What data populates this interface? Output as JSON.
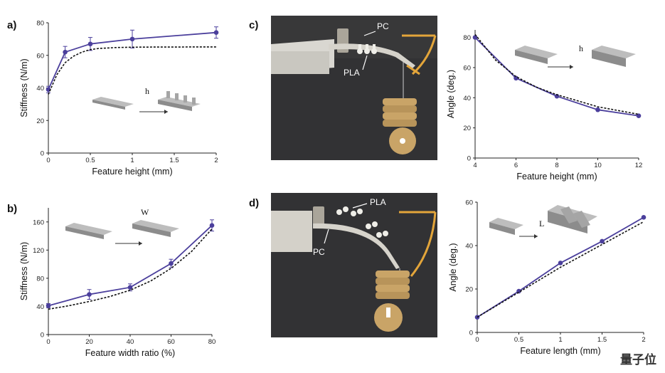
{
  "watermark": "量子位",
  "chart_data": [
    {
      "id": "a",
      "type": "line",
      "panel_label": "a)",
      "xlabel": "Feature height (mm)",
      "ylabel": "Stiffness (N/m)",
      "xlim": [
        0,
        2
      ],
      "ylim": [
        0,
        80
      ],
      "xticks": [
        0,
        0.5,
        1,
        1.5,
        2
      ],
      "xtick_labels": [
        "0",
        "0.5",
        "1",
        "1.5",
        "2"
      ],
      "yticks": [
        0,
        20,
        40,
        60,
        80
      ],
      "inset_label": "h",
      "series": [
        {
          "style": "solid",
          "color": "#4b3f9c",
          "x": [
            0,
            0.2,
            0.5,
            1,
            2
          ],
          "y": [
            39,
            62,
            67,
            70,
            74
          ],
          "err": [
            2,
            3.5,
            4,
            5.5,
            3.5
          ]
        },
        {
          "style": "dashed",
          "color": "#111111",
          "x": [
            0,
            0.1,
            0.2,
            0.3,
            0.4,
            0.5,
            0.6,
            0.8,
            1,
            1.25,
            1.5,
            1.75,
            2
          ],
          "y": [
            36,
            48,
            55.5,
            59.5,
            62,
            63.5,
            64.2,
            64.8,
            65,
            65.1,
            65.1,
            65.2,
            65.2
          ]
        }
      ]
    },
    {
      "id": "b",
      "type": "line",
      "panel_label": "b)",
      "xlabel": "Feature width ratio (%)",
      "ylabel": "Stiffness (N/m)",
      "xlim": [
        0,
        80
      ],
      "ylim": [
        0,
        180
      ],
      "xticks": [
        0,
        20,
        40,
        60,
        80
      ],
      "xtick_labels": [
        "0",
        "20",
        "40",
        "60",
        "80"
      ],
      "yticks": [
        0,
        40,
        80,
        120,
        160
      ],
      "inset_label": "W",
      "series": [
        {
          "style": "solid",
          "color": "#4b3f9c",
          "x": [
            0,
            20,
            40,
            60,
            80
          ],
          "y": [
            41,
            57,
            67,
            101,
            155
          ],
          "err": [
            3,
            7,
            5,
            6,
            8
          ]
        },
        {
          "style": "dashed",
          "color": "#111111",
          "x": [
            0,
            10,
            20,
            30,
            40,
            50,
            60,
            70,
            80
          ],
          "y": [
            36,
            41,
            47,
            54,
            63,
            76,
            94,
            118,
            150
          ]
        }
      ]
    },
    {
      "id": "c",
      "type": "line",
      "xlabel": "Feature height (mm)",
      "ylabel": "Angle (deg.)",
      "xlim": [
        4,
        12
      ],
      "ylim": [
        0,
        85
      ],
      "xticks": [
        4,
        6,
        8,
        10,
        12
      ],
      "xtick_labels": [
        "4",
        "6",
        "8",
        "10",
        "12"
      ],
      "yticks": [
        0,
        20,
        40,
        60,
        80
      ],
      "inset_label": "h",
      "series": [
        {
          "style": "solid",
          "color": "#4b3f9c",
          "x": [
            4,
            6,
            8,
            10,
            12
          ],
          "y": [
            80,
            53,
            41,
            32,
            28
          ]
        },
        {
          "style": "dashed",
          "color": "#111111",
          "x": [
            4,
            5,
            6,
            7,
            8,
            9,
            10,
            11,
            12
          ],
          "y": [
            82,
            65,
            54,
            47,
            42,
            38,
            34,
            31.5,
            29
          ]
        }
      ]
    },
    {
      "id": "d",
      "type": "line",
      "xlabel": "Feature length (mm)",
      "ylabel": "Angle (deg.)",
      "xlim": [
        0,
        2
      ],
      "ylim": [
        0,
        60
      ],
      "xticks": [
        0,
        0.5,
        1,
        1.5,
        2
      ],
      "xtick_labels": [
        "0",
        "0.5",
        "1",
        "1.5",
        "2"
      ],
      "yticks": [
        0,
        20,
        40,
        60
      ],
      "inset_label": "L",
      "series": [
        {
          "style": "solid",
          "color": "#4b3f9c",
          "x": [
            0,
            0.5,
            1,
            1.5,
            2
          ],
          "y": [
            7,
            19,
            32,
            42,
            53
          ]
        },
        {
          "style": "dashed",
          "color": "#111111",
          "x": [
            0,
            0.5,
            1,
            1.5,
            2
          ],
          "y": [
            7,
            18.5,
            30,
            40.5,
            51
          ]
        }
      ]
    }
  ],
  "photos": [
    {
      "id": "c",
      "panel_label": "c)",
      "labels": [
        "PC",
        "PLA"
      ]
    },
    {
      "id": "d",
      "panel_label": "d)",
      "labels": [
        "PLA",
        "PC"
      ]
    }
  ],
  "colors": {
    "series": "#4b3f9c",
    "fit": "#111111",
    "photo_bg": "#2f2f31",
    "annotation": "#e3a53a"
  }
}
